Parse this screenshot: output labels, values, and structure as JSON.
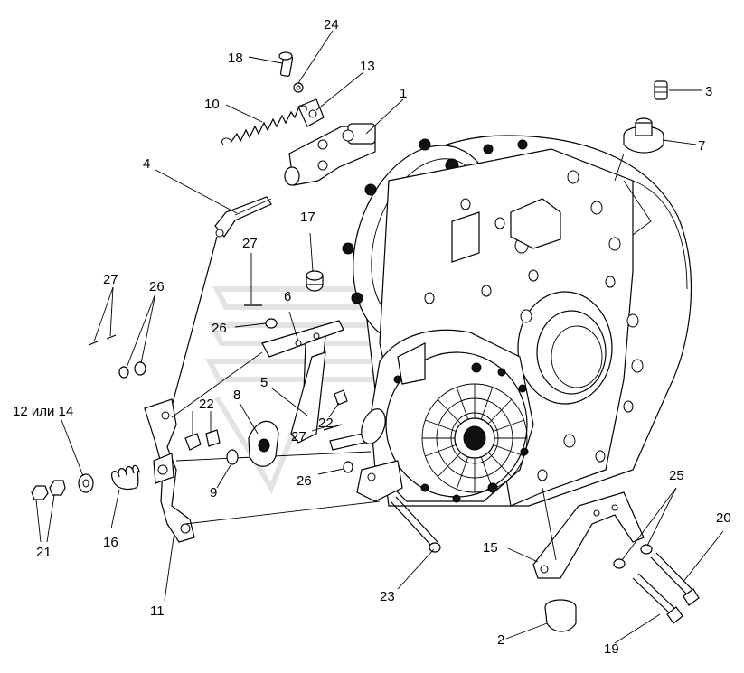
{
  "callouts": [
    {
      "id": "c1",
      "label": "1"
    },
    {
      "id": "c2",
      "label": "2"
    },
    {
      "id": "c3",
      "label": "3"
    },
    {
      "id": "c4",
      "label": "4"
    },
    {
      "id": "c5",
      "label": "5"
    },
    {
      "id": "c6",
      "label": "6"
    },
    {
      "id": "c7",
      "label": "7"
    },
    {
      "id": "c8",
      "label": "8"
    },
    {
      "id": "c9",
      "label": "9"
    },
    {
      "id": "c10",
      "label": "10"
    },
    {
      "id": "c11",
      "label": "11"
    },
    {
      "id": "c12",
      "label": "12 или 14"
    },
    {
      "id": "c13",
      "label": "13"
    },
    {
      "id": "c15",
      "label": "15"
    },
    {
      "id": "c16",
      "label": "16"
    },
    {
      "id": "c17",
      "label": "17"
    },
    {
      "id": "c18",
      "label": "18"
    },
    {
      "id": "c19",
      "label": "19"
    },
    {
      "id": "c20",
      "label": "20"
    },
    {
      "id": "c21",
      "label": "21"
    },
    {
      "id": "c22a",
      "label": "22"
    },
    {
      "id": "c22b",
      "label": "22"
    },
    {
      "id": "c23",
      "label": "23"
    },
    {
      "id": "c24",
      "label": "24"
    },
    {
      "id": "c25",
      "label": "25"
    },
    {
      "id": "c26a",
      "label": "26"
    },
    {
      "id": "c26b",
      "label": "26"
    },
    {
      "id": "c26c",
      "label": "26"
    },
    {
      "id": "c27a",
      "label": "27"
    },
    {
      "id": "c27b",
      "label": "27"
    },
    {
      "id": "c27c",
      "label": "27"
    }
  ]
}
